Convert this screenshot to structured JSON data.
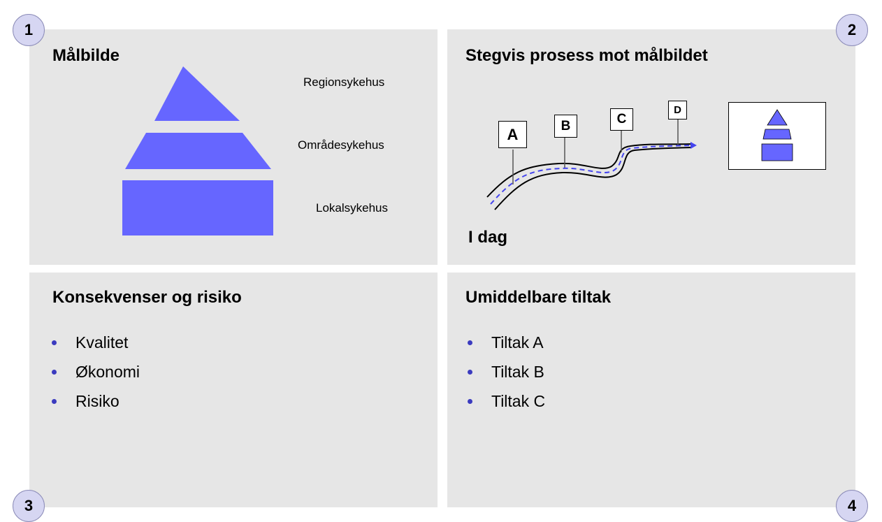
{
  "quadrants": {
    "q1": {
      "number": "1",
      "title": "Målbilde",
      "levels": [
        "Regionsykehus",
        "Områdesykehus",
        "Lokalsykehus"
      ]
    },
    "q2": {
      "number": "2",
      "title": "Stegvis prosess mot målbildet",
      "steps": [
        "A",
        "B",
        "C",
        "D"
      ],
      "start_label": "I dag"
    },
    "q3": {
      "number": "3",
      "title": "Konsekvenser og risiko",
      "items": [
        "Kvalitet",
        "Økonomi",
        "Risiko"
      ]
    },
    "q4": {
      "number": "4",
      "title": "Umiddelbare tiltak",
      "items": [
        "Tiltak A",
        "Tiltak B",
        "Tiltak C"
      ]
    }
  },
  "colors": {
    "panel": "#e6e6e6",
    "pyramid": "#6666ff",
    "bullet": "#3b3bbf",
    "badge": "#d6d6f2",
    "path_dash": "#4444ee"
  }
}
